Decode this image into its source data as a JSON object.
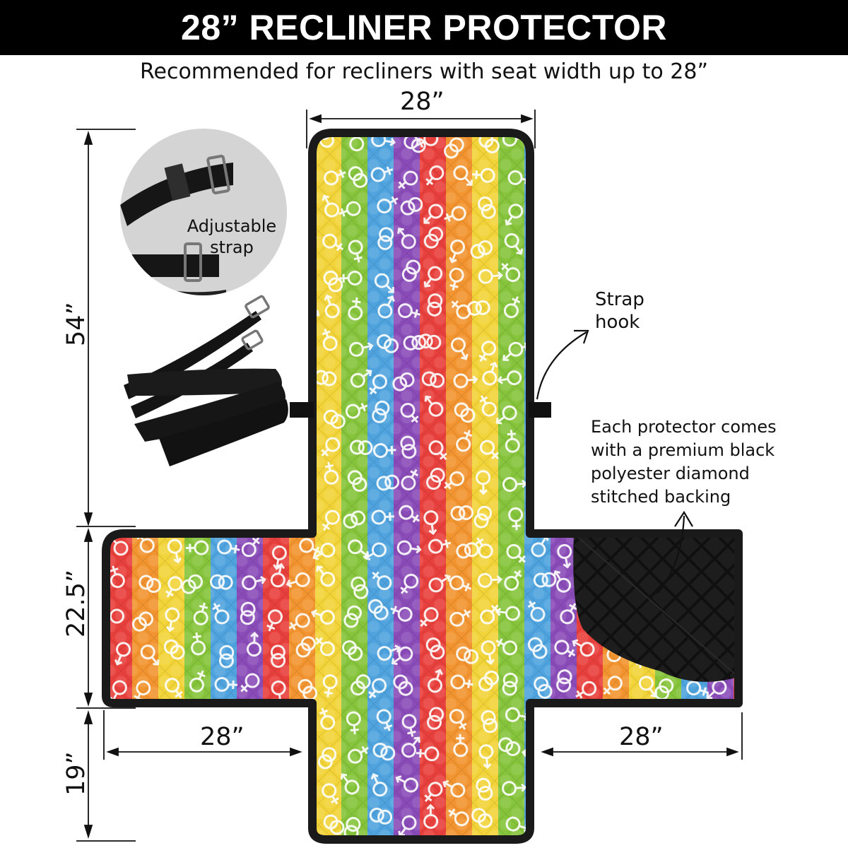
{
  "title": "28” RECLINER PROTECTOR",
  "subtitle": "Recommended for recliners with seat width up to 28”",
  "dimensions": {
    "top_width": "28”",
    "back_length": "54”",
    "seat_length": "22.5”",
    "footrest_length": "19”",
    "left_arm_width": "28”",
    "right_arm_width": "28”"
  },
  "callouts": {
    "strap_inset_line1": "Adjustable",
    "strap_inset_line2": "strap",
    "strap_hook_line1": "Strap",
    "strap_hook_line2": "hook",
    "backing_line1": "Each protector comes",
    "backing_line2": "with a premium black",
    "backing_line3": "polyester diamond",
    "backing_line4": "stitched backing"
  },
  "colors": {
    "stripes": [
      "#e8403c",
      "#f29430",
      "#f2d43a",
      "#86c43c",
      "#4fa3de",
      "#8a4cb8"
    ],
    "border": "#1a1a1a",
    "backing": "#111111",
    "symbol": "#ffffff"
  }
}
